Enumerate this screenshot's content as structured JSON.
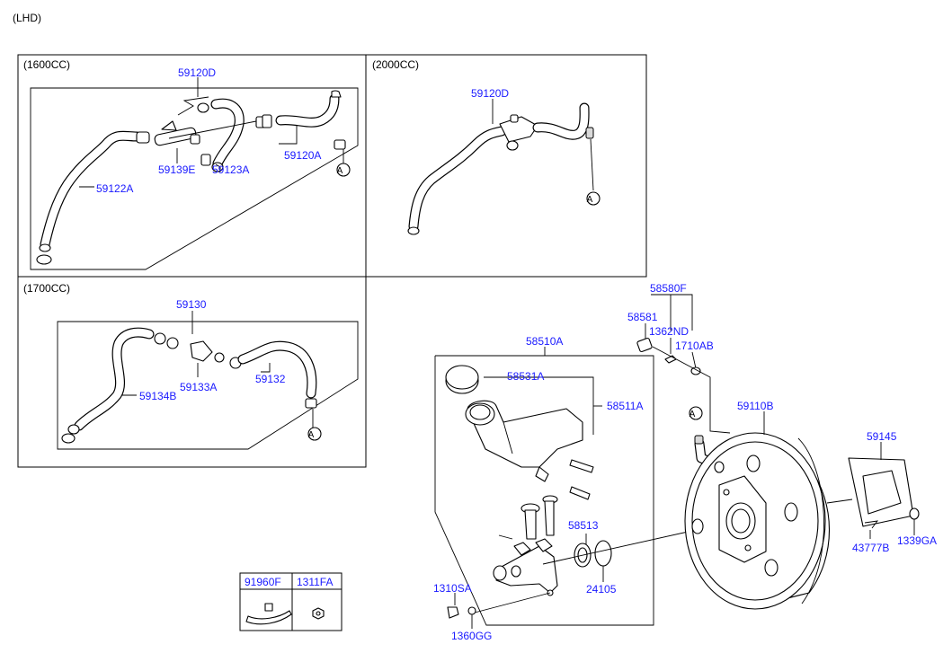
{
  "page_title": "(LHD)",
  "sections": {
    "s1600": "(1600CC)",
    "s2000": "(2000CC)",
    "s1700": "(1700CC)"
  },
  "ref_marker": "A",
  "parts": {
    "p59120D_a": "59120D",
    "p59139E": "59139E",
    "p59123A": "59123A",
    "p59120A": "59120A",
    "p59122A": "59122A",
    "p59120D_b": "59120D",
    "p59130": "59130",
    "p59133A": "59133A",
    "p59132": "59132",
    "p59134B": "59134B",
    "p58580F": "58580F",
    "p58581": "58581",
    "p1362ND": "1362ND",
    "p1710AB": "1710AB",
    "p58510A": "58510A",
    "p58531A": "58531A",
    "p58511A": "58511A",
    "p58513": "58513",
    "p24105": "24105",
    "p1310SA": "1310SA",
    "p1360GG": "1360GG",
    "p59110B": "59110B",
    "p59145": "59145",
    "p43777B": "43777B",
    "p1339GA": "1339GA"
  },
  "legend_table": {
    "col1": "91960F",
    "col2": "1311FA"
  }
}
